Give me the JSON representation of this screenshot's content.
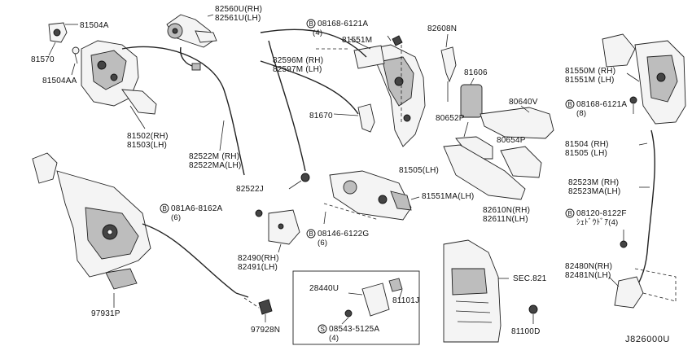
{
  "labels": {
    "p81504A": "81504A",
    "p81570": "81570",
    "p81504AA": "81504AA",
    "p82560U": "82560U(RH)",
    "p82561U": "82561U(LH)",
    "p81502": "81502(RH)",
    "p81503": "81503(LH)",
    "p82522M": "82522M  (RH)",
    "p82522MA": "82522MA(LH)",
    "p82522J": "82522J",
    "p08168a_num": "08168-6121A",
    "p08168a_qty": "(4)",
    "p81551M": "81551M",
    "p82596M": "82596M (RH)",
    "p82597M": "82597M (LH)",
    "p81670": "81670",
    "p82608N": "82608N",
    "p81606": "81606",
    "p80640V": "80640V",
    "p80652P": "80652P",
    "p80654P": "80654P",
    "p81505a": "81505(LH)",
    "p81551MA": "81551MA(LH)",
    "p082610N": "82610N(RH)",
    "p082611N": "82611N(LH)",
    "p081A6_num": "081A6-8162A",
    "p081A6_qty": "(6)",
    "p08146_num": "08146-6122G",
    "p08146_qty": "(6)",
    "p82490": "82490(RH)",
    "p82491": "82491(LH)",
    "p97931P": "97931P",
    "p97928N": "97928N",
    "p28440U": "28440U",
    "p81101J": "81101J",
    "p08543_num": "08543-5125A",
    "p08543_qty": "(4)",
    "pSEC821": "SEC.821",
    "p81100D": "81100D",
    "p81550M": "81550M (RH)",
    "p81551Mb": "81551M (LH)",
    "p08168b_num": "08168-6121A",
    "p08168b_qty": "(8)",
    "p81504": "81504 (RH)",
    "p81505b": "81505 (LH)",
    "p82523M": "82523M  (RH)",
    "p82523MA": "82523MA(LH)",
    "p08120_num": "08120-8122F",
    "p08120_qty": "ｼｪﾄﾞｳﾄﾞｱ(4)",
    "p82480N": "82480N(RH)",
    "p82481N": "82481N(LH)",
    "diagram_code": "J826000U"
  },
  "badges": {
    "b": "B",
    "s": "S"
  }
}
